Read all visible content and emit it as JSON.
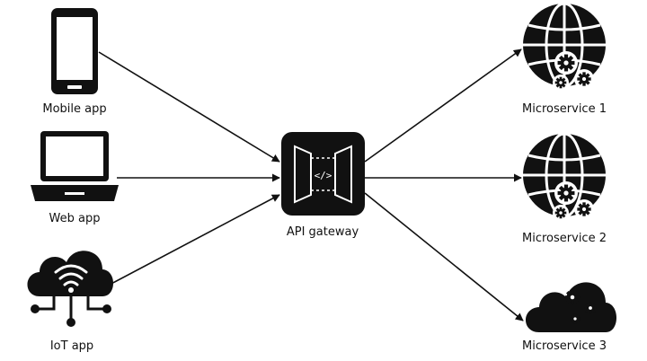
{
  "clients": [
    {
      "label": "Mobile app",
      "icon": "smartphone-icon"
    },
    {
      "label": "Web app",
      "icon": "laptop-icon"
    },
    {
      "label": "IoT app",
      "icon": "iot-cloud-wifi-icon"
    }
  ],
  "gateway": {
    "label": "API gateway",
    "icon": "api-gateway-icon"
  },
  "services": [
    {
      "label": "Microservice 1",
      "icon": "globe-gears-icon"
    },
    {
      "label": "Microservice 2",
      "icon": "globe-gears-icon"
    },
    {
      "label": "Microservice 3",
      "icon": "cloud-gears-icon"
    }
  ],
  "colors": {
    "stroke": "#111111",
    "background": "#ffffff"
  }
}
